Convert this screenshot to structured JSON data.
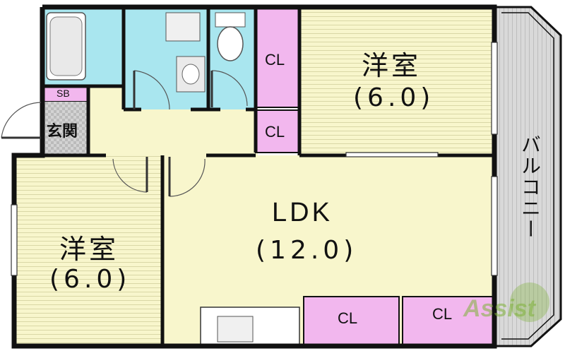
{
  "rooms": {
    "western_room_1": {
      "name": "洋室",
      "size": "(6.0)"
    },
    "western_room_2": {
      "name": "洋室",
      "size": "(6.0)"
    },
    "ldk": {
      "name": "LDK",
      "size": "(12.0)"
    }
  },
  "closets": {
    "cl_1": "CL",
    "cl_2": "CL",
    "cl_3": "CL",
    "cl_4": "CL"
  },
  "shoe_box": "SB",
  "entrance": "玄関",
  "balcony": "バルコニー",
  "logo_text": "Assist",
  "colors": {
    "room_fill": "#f8f6cc",
    "wet_area": "#a9e6ef",
    "closet": "#f2b7ee",
    "balcony": "#d9d9d9",
    "wall": "#111111",
    "logo": "#7fb23a"
  }
}
